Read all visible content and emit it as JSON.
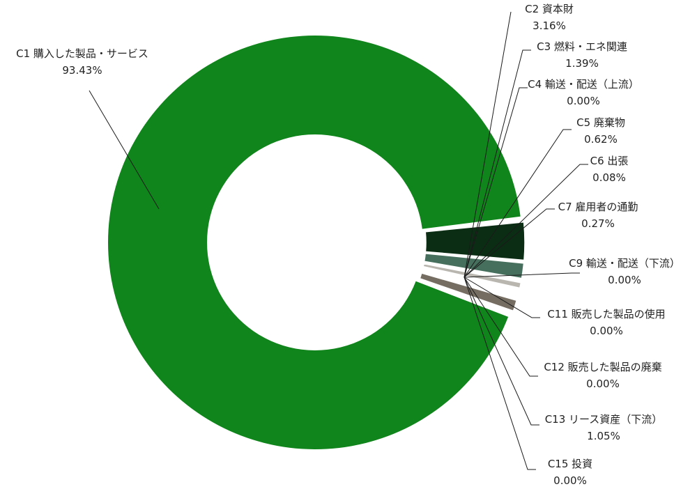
{
  "chart_data": {
    "type": "pie",
    "variant": "donut",
    "legend": "none",
    "labels_position": "outside-right-with-leader-lines",
    "start_angle_deg": 0,
    "direction": "clockwise",
    "slices": [
      {
        "name": "C1 購入した製品・サービス",
        "value": 93.43,
        "label": "93.43%",
        "color": "#10851b"
      },
      {
        "name": "C2 資本財",
        "value": 3.16,
        "label": "3.16%",
        "color": "#0b2d14"
      },
      {
        "name": "C3 燃料・エネ関連",
        "value": 1.39,
        "label": "1.39%",
        "color": "#46705d"
      },
      {
        "name": "C4 輸送・配送（上流）",
        "value": 0.0,
        "label": "0.00%",
        "color": "#2e5a3c"
      },
      {
        "name": "C5 廃棄物",
        "value": 0.62,
        "label": "0.62%",
        "color": "#b9b6b0"
      },
      {
        "name": "C6 出張",
        "value": 0.08,
        "label": "0.08%",
        "color": "#5a8a5e"
      },
      {
        "name": "C7 雇用者の通勤",
        "value": 0.27,
        "label": "0.27%",
        "color": "#1f7a2c"
      },
      {
        "name": "C9 輸送・配送（下流）",
        "value": 0.0,
        "label": "0.00%",
        "color": "#cfcac2"
      },
      {
        "name": "C11 販売した製品の使用",
        "value": 0.0,
        "label": "0.00%",
        "color": "#9a948b"
      },
      {
        "name": "C12 販売した製品の廃棄",
        "value": 0.0,
        "label": "0.00%",
        "color": "#a8a39a"
      },
      {
        "name": "C13 リース資産（下流）",
        "value": 1.05,
        "label": "1.05%",
        "color": "#756d62"
      },
      {
        "name": "C15 投資",
        "value": 0.0,
        "label": "0.00%",
        "color": "#8a8378"
      }
    ]
  }
}
